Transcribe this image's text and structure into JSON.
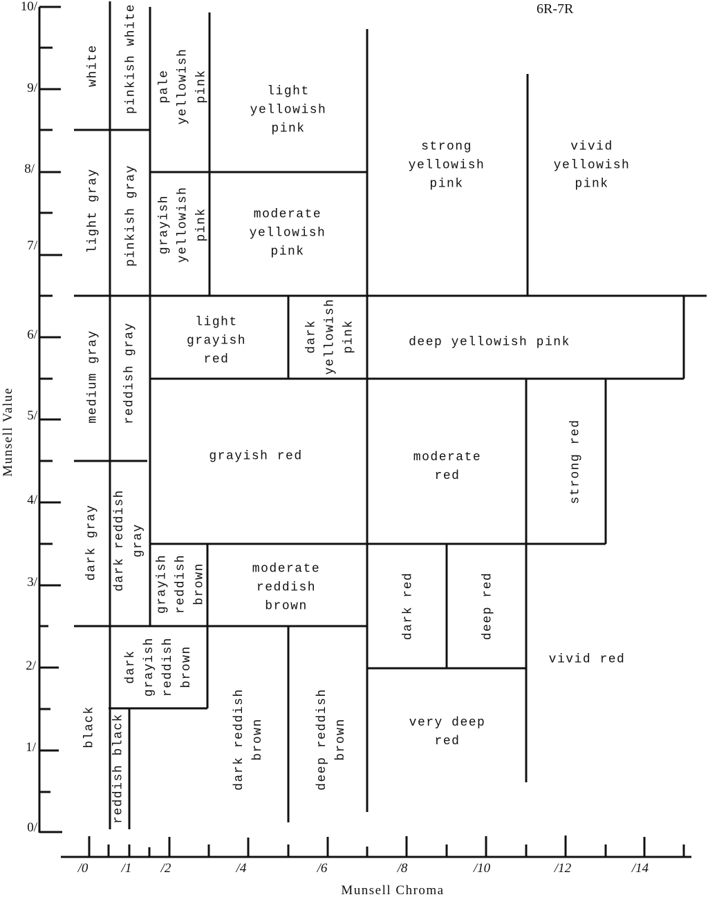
{
  "title": "6R-7R",
  "axes": {
    "y_label": "Munsell Value",
    "x_label": "Munsell Chroma",
    "y_ticks": [
      "0/",
      "1/",
      "2/",
      "3/",
      "4/",
      "5/",
      "6/",
      "7/",
      "8/",
      "9/",
      "10/"
    ],
    "x_ticks": [
      "/0",
      "/1",
      "/2",
      "/4",
      "/6",
      "/8",
      "/10",
      "/12",
      "/14"
    ]
  },
  "chart_data": {
    "type": "region-map",
    "title": "6R-7R",
    "xlabel": "Munsell Chroma",
    "ylabel": "Munsell Value",
    "xlim": [
      0,
      15
    ],
    "ylim": [
      0,
      10
    ],
    "regions": [
      {
        "name": "white",
        "chroma": [
          0,
          0.5
        ],
        "value": [
          8.5,
          10
        ]
      },
      {
        "name": "pinkish white",
        "chroma": [
          0.5,
          1.5
        ],
        "value": [
          8.5,
          10
        ]
      },
      {
        "name": "pale\nyellowish\npink",
        "chroma": [
          1.5,
          3
        ],
        "value": [
          8,
          10
        ]
      },
      {
        "name": "light\nyellowish\npink",
        "chroma": [
          3,
          7
        ],
        "value": [
          8,
          10
        ]
      },
      {
        "name": "strong\nyellowish\npink",
        "chroma": [
          7,
          11
        ],
        "value": [
          6.5,
          10
        ]
      },
      {
        "name": "vivid\nyellowish\npink",
        "chroma": [
          11,
          15
        ],
        "value": [
          6.5,
          10
        ]
      },
      {
        "name": "light gray",
        "chroma": [
          0,
          0.5
        ],
        "value": [
          6.5,
          8.5
        ]
      },
      {
        "name": "pinkish gray",
        "chroma": [
          0.5,
          1.5
        ],
        "value": [
          6.5,
          8.5
        ]
      },
      {
        "name": "grayish\nyellowish\npink",
        "chroma": [
          1.5,
          3
        ],
        "value": [
          6.5,
          8
        ]
      },
      {
        "name": "moderate\nyellowish\npink",
        "chroma": [
          3,
          7
        ],
        "value": [
          6.5,
          8
        ]
      },
      {
        "name": "medium gray",
        "chroma": [
          0,
          0.5
        ],
        "value": [
          4.5,
          6.5
        ]
      },
      {
        "name": "reddish gray",
        "chroma": [
          0.5,
          1.5
        ],
        "value": [
          4.5,
          6.5
        ]
      },
      {
        "name": "light\ngrayish\nred",
        "chroma": [
          1.5,
          5
        ],
        "value": [
          5.5,
          6.5
        ]
      },
      {
        "name": "dark\nyellowish\npink",
        "chroma": [
          5,
          7
        ],
        "value": [
          5.5,
          6.5
        ]
      },
      {
        "name": "deep yellowish pink",
        "chroma": [
          7,
          15
        ],
        "value": [
          5.5,
          6.5
        ]
      },
      {
        "name": "grayish red",
        "chroma": [
          1.5,
          7
        ],
        "value": [
          3.5,
          5.5
        ]
      },
      {
        "name": "moderate\nred",
        "chroma": [
          7,
          11
        ],
        "value": [
          3.5,
          5.5
        ]
      },
      {
        "name": "strong red",
        "chroma": [
          11,
          13
        ],
        "value": [
          3.5,
          5.5
        ]
      },
      {
        "name": "dark gray",
        "chroma": [
          0,
          0.5
        ],
        "value": [
          2.5,
          4.5
        ]
      },
      {
        "name": "dark reddish\ngray",
        "chroma": [
          0.5,
          1.5
        ],
        "value": [
          2.5,
          4.5
        ]
      },
      {
        "name": "grayish\nreddish\nbrown",
        "chroma": [
          1.5,
          3
        ],
        "value": [
          2.5,
          3.5
        ]
      },
      {
        "name": "moderate\nreddish\nbrown",
        "chroma": [
          3,
          7
        ],
        "value": [
          2.5,
          3.5
        ]
      },
      {
        "name": "dark red",
        "chroma": [
          7,
          9
        ],
        "value": [
          2,
          3.5
        ]
      },
      {
        "name": "deep red",
        "chroma": [
          9,
          11
        ],
        "value": [
          2,
          3.5
        ]
      },
      {
        "name": "vivid red",
        "chroma": [
          11,
          15
        ],
        "value": [
          0,
          3.5
        ]
      },
      {
        "name": "black",
        "chroma": [
          0,
          0.5
        ],
        "value": [
          0,
          2.5
        ]
      },
      {
        "name": "dark\ngrayish\nreddish\nbrown",
        "chroma": [
          0.5,
          3
        ],
        "value": [
          1.5,
          2.5
        ]
      },
      {
        "name": "reddish black",
        "chroma": [
          0.5,
          1
        ],
        "value": [
          0,
          1.5
        ]
      },
      {
        "name": "dark reddish\nbrown",
        "chroma": [
          1,
          5
        ],
        "value": [
          0,
          2.5
        ]
      },
      {
        "name": "deep reddish\nbrown",
        "chroma": [
          5,
          7
        ],
        "value": [
          0,
          2.5
        ]
      },
      {
        "name": "very deep\nred",
        "chroma": [
          7,
          11
        ],
        "value": [
          0,
          2
        ]
      }
    ]
  }
}
